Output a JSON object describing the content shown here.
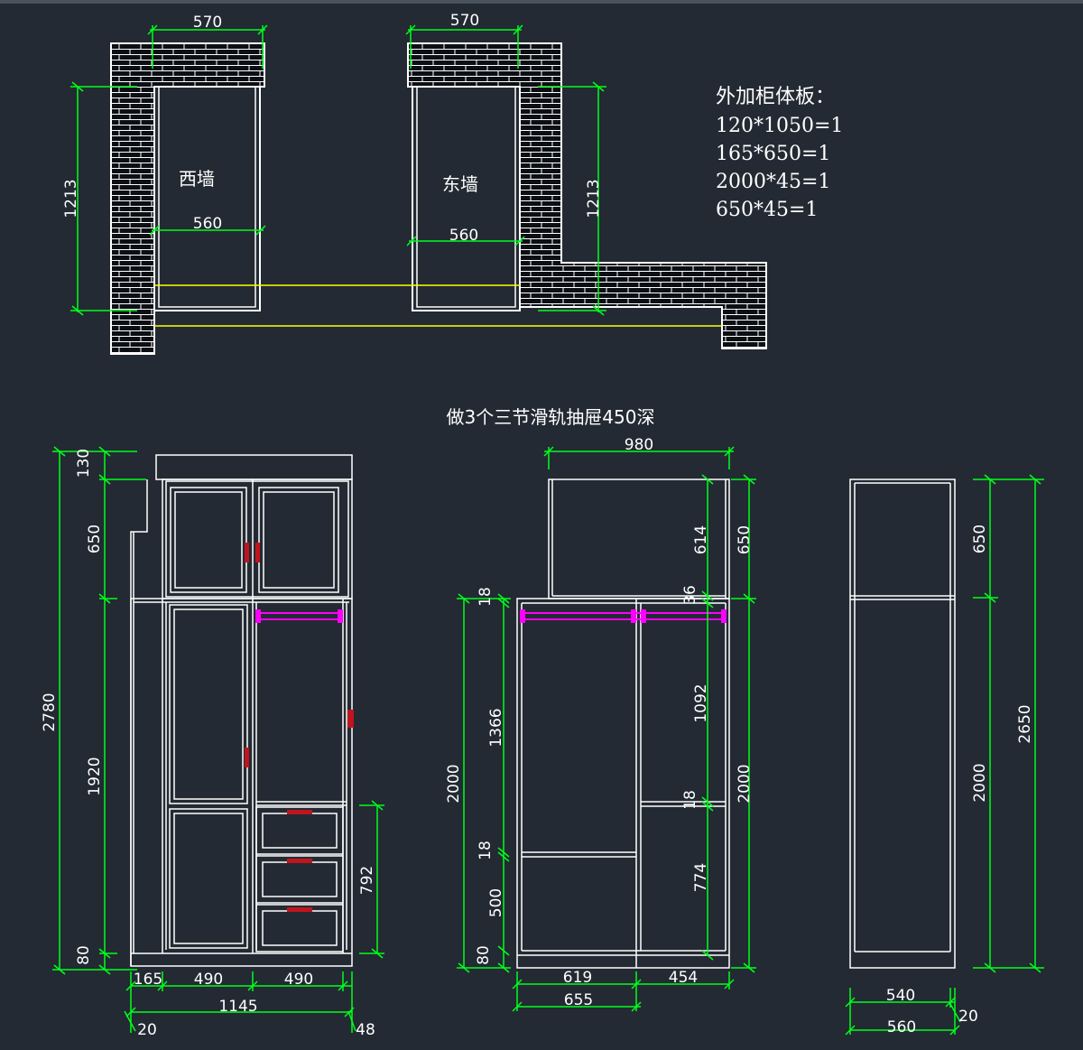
{
  "colors": {
    "background": "#232a33",
    "outline": "#ffffff",
    "dimension": "#00ff1a",
    "reference_line": "#ffff00",
    "clothes_rail": "#ff00ff",
    "handle": "#c0141e"
  },
  "plan": {
    "west_wall_label": "西墙",
    "east_wall_label": "东墙",
    "west_top_width": "570",
    "west_inner_width": "560",
    "west_height": "1213",
    "east_top_width": "570",
    "east_inner_width": "560",
    "east_height": "1213"
  },
  "notes": {
    "title": "外加柜体板：",
    "lines": [
      "120*1050=1",
      "165*650=1",
      "2000*45=1",
      "650*45=1"
    ]
  },
  "drawer_note": "做3个三节滑轨抽屉450深",
  "front_view": {
    "h_130": "130",
    "h_650": "650",
    "h_1920": "1920",
    "h_80": "80",
    "h_2780": "2780",
    "h_792": "792",
    "w_165": "165",
    "w_490a": "490",
    "w_490b": "490",
    "w_1145": "1145",
    "w_20": "20",
    "w_48": "48"
  },
  "middle_view": {
    "top_width": "980",
    "h_614": "614",
    "h_36": "36",
    "h_650": "650",
    "h_18a": "18",
    "h_1366": "1366",
    "h_2000_left": "2000",
    "h_18b": "18",
    "h_500": "500",
    "h_80": "80",
    "h_1092": "1092",
    "h_18c": "18",
    "h_774": "774",
    "h_2000_right": "2000",
    "w_619": "619",
    "w_454": "454",
    "w_655": "655"
  },
  "side_view": {
    "h_650": "650",
    "h_2000": "2000",
    "h_2650": "2650",
    "w_540": "540",
    "w_560": "560",
    "w_20": "20"
  }
}
